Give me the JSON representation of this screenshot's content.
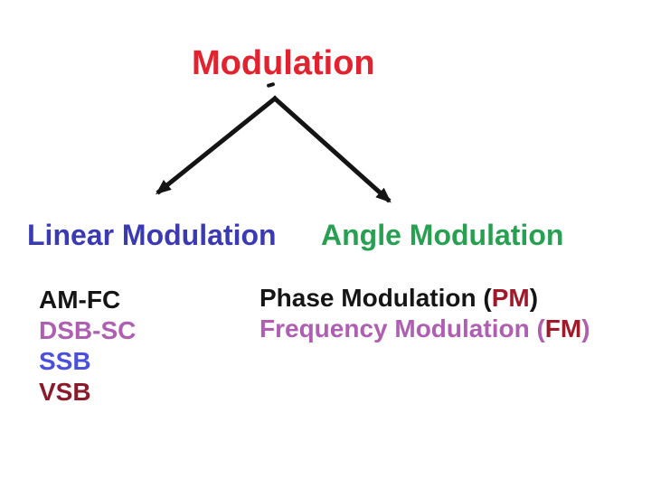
{
  "title": {
    "text": "Modulation",
    "color": "#e2222e"
  },
  "arrows": {
    "color": "#141414"
  },
  "left_branch": {
    "label": "Linear Modulation",
    "label_color": "#3a3ab5",
    "items": [
      {
        "text": "AM-FC",
        "color": "#151515"
      },
      {
        "text": "DSB-SC",
        "color": "#af5fb2"
      },
      {
        "text": "SSB",
        "color": "#4a50dd"
      },
      {
        "text": "VSB",
        "color": "#8b1b2b"
      }
    ]
  },
  "right_branch": {
    "label": "Angle Modulation",
    "label_color": "#28a052",
    "items": [
      {
        "prefix": "Phase Modulation (",
        "abbr": "PM",
        "suffix": ")",
        "prefix_color": "#151515",
        "abbr_color": "#9e1a2b"
      },
      {
        "prefix": "Frequency Modulation (",
        "abbr": "FM",
        "suffix": ")",
        "prefix_color": "#af5fb2",
        "abbr_color": "#9e1a2b"
      }
    ]
  }
}
